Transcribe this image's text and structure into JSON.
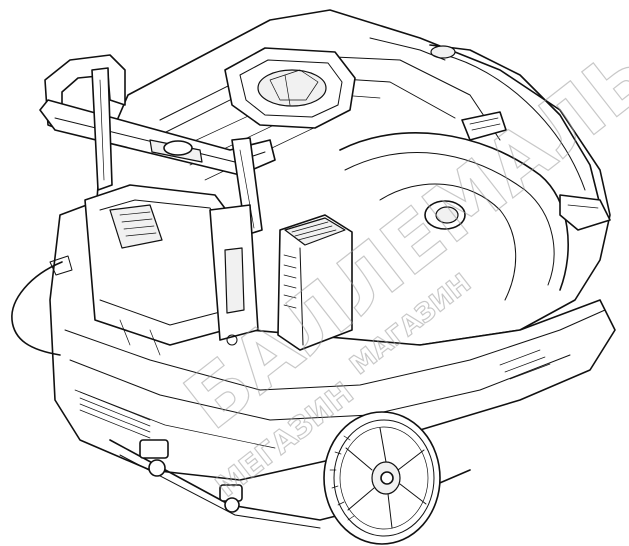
{
  "watermark": {
    "line_small": "МЕГАЗИН",
    "line_big": "БАЛЛЕМАЛЬО",
    "line_small_2": "МАГАЗИН",
    "color": "#9a9a9a"
  },
  "icons": {
    "illustration": "pressure-washer-line-drawing",
    "power-cable": "cable-icon",
    "wheel": "wheel-icon",
    "handle": "handle-icon"
  }
}
